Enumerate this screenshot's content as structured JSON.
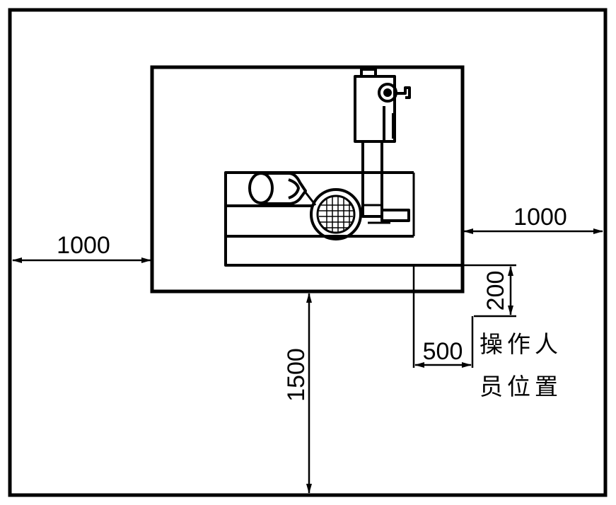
{
  "dimensions": {
    "left_clearance": "1000",
    "right_clearance": "1000",
    "front_clearance": "1500",
    "operator_offset_x": "500",
    "operator_offset_y": "200"
  },
  "operator_label": {
    "line1": "操作人",
    "line2": "员位置"
  },
  "colors": {
    "line": "#000000",
    "background": "#ffffff"
  }
}
